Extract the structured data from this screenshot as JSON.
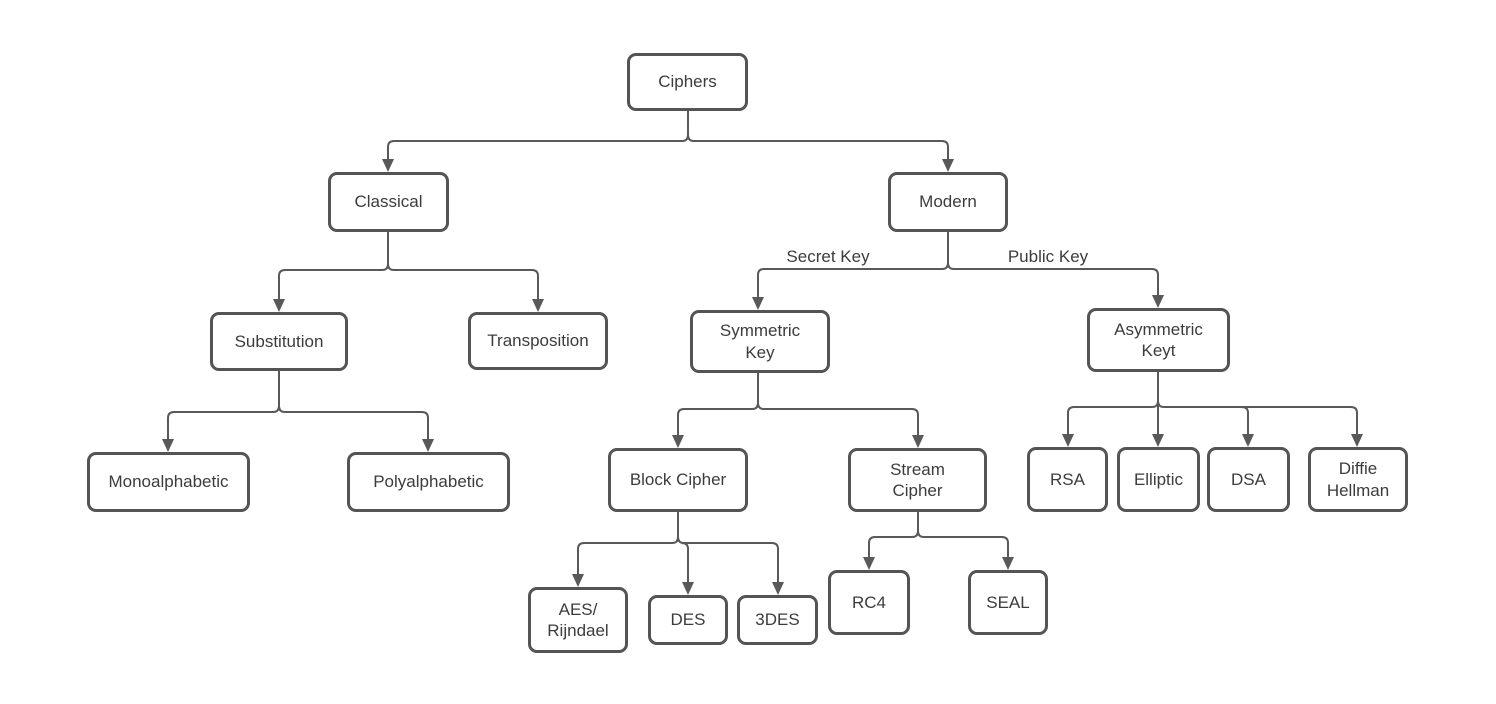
{
  "nodes": {
    "ciphers": {
      "label": "Ciphers"
    },
    "classical": {
      "label": "Classical"
    },
    "modern": {
      "label": "Modern"
    },
    "substitution": {
      "label": "Substitution"
    },
    "transposition": {
      "label": "Transposition"
    },
    "symmetric_key": {
      "label": "Symmetric\nKey"
    },
    "asymmetric_key": {
      "label": "Asymmetric\nKeyt"
    },
    "monoalphabetic": {
      "label": "Monoalphabetic"
    },
    "polyalphabetic": {
      "label": "Polyalphabetic"
    },
    "block_cipher": {
      "label": "Block Cipher"
    },
    "stream_cipher": {
      "label": "Stream\nCipher"
    },
    "aes_rijndael": {
      "label": "AES/\nRijndael"
    },
    "des": {
      "label": "DES"
    },
    "tdes": {
      "label": "3DES"
    },
    "rc4": {
      "label": "RC4"
    },
    "seal": {
      "label": "SEAL"
    },
    "rsa": {
      "label": "RSA"
    },
    "elliptic": {
      "label": "Elliptic"
    },
    "dsa": {
      "label": "DSA"
    },
    "diffie_hellman": {
      "label": "Diffie\nHellman"
    }
  },
  "edge_labels": {
    "secret_key": "Secret Key",
    "public_key": "Public Key"
  },
  "edges": [
    {
      "from": "Ciphers",
      "to": "Classical"
    },
    {
      "from": "Ciphers",
      "to": "Modern"
    },
    {
      "from": "Classical",
      "to": "Substitution"
    },
    {
      "from": "Classical",
      "to": "Transposition"
    },
    {
      "from": "Substitution",
      "to": "Monoalphabetic"
    },
    {
      "from": "Substitution",
      "to": "Polyalphabetic"
    },
    {
      "from": "Modern",
      "to": "Symmetric Key",
      "label": "Secret Key"
    },
    {
      "from": "Modern",
      "to": "Asymmetric Keyt",
      "label": "Public Key"
    },
    {
      "from": "Symmetric Key",
      "to": "Block Cipher"
    },
    {
      "from": "Symmetric Key",
      "to": "Stream Cipher"
    },
    {
      "from": "Block Cipher",
      "to": "AES/Rijndael"
    },
    {
      "from": "Block Cipher",
      "to": "DES"
    },
    {
      "from": "Block Cipher",
      "to": "3DES"
    },
    {
      "from": "Stream Cipher",
      "to": "RC4"
    },
    {
      "from": "Stream Cipher",
      "to": "SEAL"
    },
    {
      "from": "Asymmetric Keyt",
      "to": "RSA"
    },
    {
      "from": "Asymmetric Keyt",
      "to": "Elliptic"
    },
    {
      "from": "Asymmetric Keyt",
      "to": "DSA"
    },
    {
      "from": "Asymmetric Keyt",
      "to": "Diffie Hellman"
    }
  ],
  "colors": {
    "box_border": "#545454",
    "connector": "#595959",
    "text": "#3c3c3c",
    "background": "#ffffff"
  }
}
